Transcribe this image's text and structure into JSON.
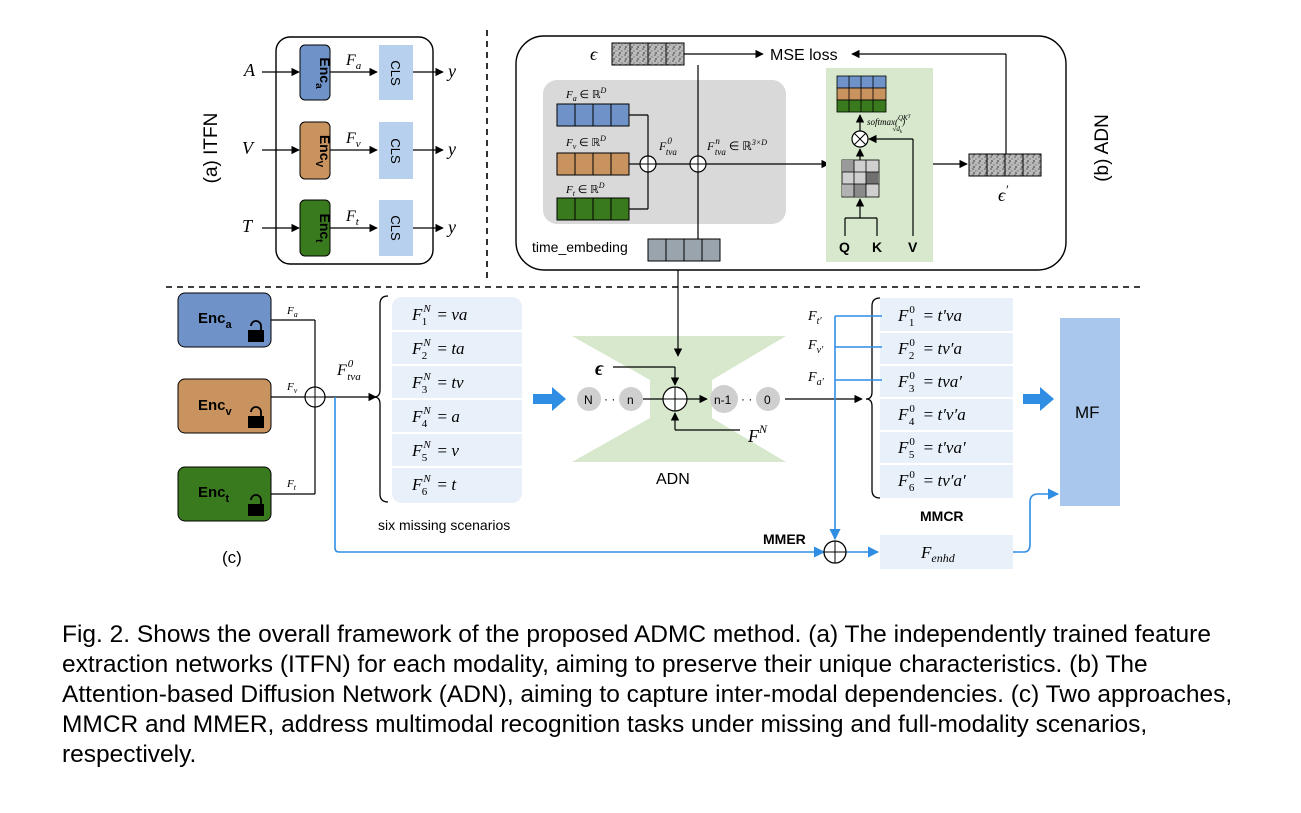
{
  "colors": {
    "enc_a": "#6f93c9",
    "enc_v": "#c9935f",
    "enc_t": "#3a7a1e",
    "cls": "#b7d0ee",
    "adn_green": "#d7e8cc",
    "formula_box": "#e8f0f9",
    "arrow_blue": "#2f8de4",
    "gray_panel": "#d9d9d9",
    "mf_box": "#a9c7ec"
  },
  "itfn": {
    "label": "(a)  ITFN",
    "inputs": [
      "A",
      "V",
      "T"
    ],
    "encoders": [
      {
        "name": "Enc",
        "sub": "a",
        "feature": "F",
        "feature_sub": "a"
      },
      {
        "name": "Enc",
        "sub": "V",
        "feature": "F",
        "feature_sub": "v"
      },
      {
        "name": "Enc",
        "sub": "t",
        "feature": "F",
        "feature_sub": "t"
      }
    ],
    "cls_label": "CLS",
    "output": "y"
  },
  "adn_panel": {
    "label": "(b)  ADN",
    "epsilon": "ϵ",
    "mse_loss": "MSE loss",
    "features": [
      "F",
      "F",
      "F"
    ],
    "feature_subs": [
      "a",
      "v",
      "t"
    ],
    "feature_set": "∈ ℝ",
    "feature_sup": "D",
    "ftva0": "F",
    "ftva0_sub": "tva",
    "ftva0_sup": "0",
    "ftvan": "F",
    "ftvan_sub": "tva",
    "ftvan_sup": "n",
    "ftvan_set": "∈ ℝ",
    "ftvan_set_sup": "3×D",
    "softmax": "softmax(",
    "softmax_num": "QK",
    "softmax_num_sup": "T",
    "softmax_den": "√d",
    "softmax_den_sub": "k",
    "softmax_close": ")",
    "q": "Q",
    "k": "K",
    "v": "V",
    "epsilon_prime": "ϵ",
    "epsilon_prime_sup": "′",
    "time_embedding": "time_embeding"
  },
  "panel_c": {
    "label": "(c)",
    "encoders": [
      {
        "name": "Enc",
        "sub": "a",
        "feature_sub": "a"
      },
      {
        "name": "Enc",
        "sub": "v",
        "feature_sub": "v"
      },
      {
        "name": "Enc",
        "sub": "t",
        "feature_sub": "t"
      }
    ],
    "f_letter": "F",
    "ftva0_sub": "tva",
    "ftva0_sup": "0",
    "scenarios": [
      {
        "idx": "1",
        "val": "va"
      },
      {
        "idx": "2",
        "val": "ta"
      },
      {
        "idx": "3",
        "val": "tv"
      },
      {
        "idx": "4",
        "val": "a"
      },
      {
        "idx": "5",
        "val": "v"
      },
      {
        "idx": "6",
        "val": "t"
      }
    ],
    "scenario_sup": "N",
    "scenarios_caption": "six missing scenarios",
    "adn": {
      "epsilon": "ϵ",
      "nodes": [
        "N",
        "n",
        "n-1",
        "0"
      ],
      "dots": "· ·",
      "fn": "F",
      "fn_sup": "N",
      "label": "ADN"
    },
    "recovered_inputs": [
      {
        "sub": "t′"
      },
      {
        "sub": "v′"
      },
      {
        "sub": "a′"
      }
    ],
    "recovered": [
      {
        "idx": "1",
        "val": "t′va"
      },
      {
        "idx": "2",
        "val": "tv′a"
      },
      {
        "idx": "3",
        "val": "tva′"
      },
      {
        "idx": "4",
        "val": "t′v′a"
      },
      {
        "idx": "5",
        "val": "t′va′"
      },
      {
        "idx": "6",
        "val": "tv′a′"
      }
    ],
    "recovered_sup": "0",
    "mmcr": "MMCR",
    "mmer": "MMER",
    "fenhd": "F",
    "fenhd_sub": "enhd",
    "mf": "MF"
  },
  "caption": "Fig. 2.  Shows the overall framework of the proposed ADMC method. (a) The independently trained feature extraction networks (ITFN) for each modality, aiming to preserve their unique characteristics. (b) The Attention-based Diffusion Network (ADN), aiming to capture inter-modal dependencies. (c) Two approaches, MMCR and MMER, address multimodal recognition tasks under missing and full-modality scenarios, respectively."
}
